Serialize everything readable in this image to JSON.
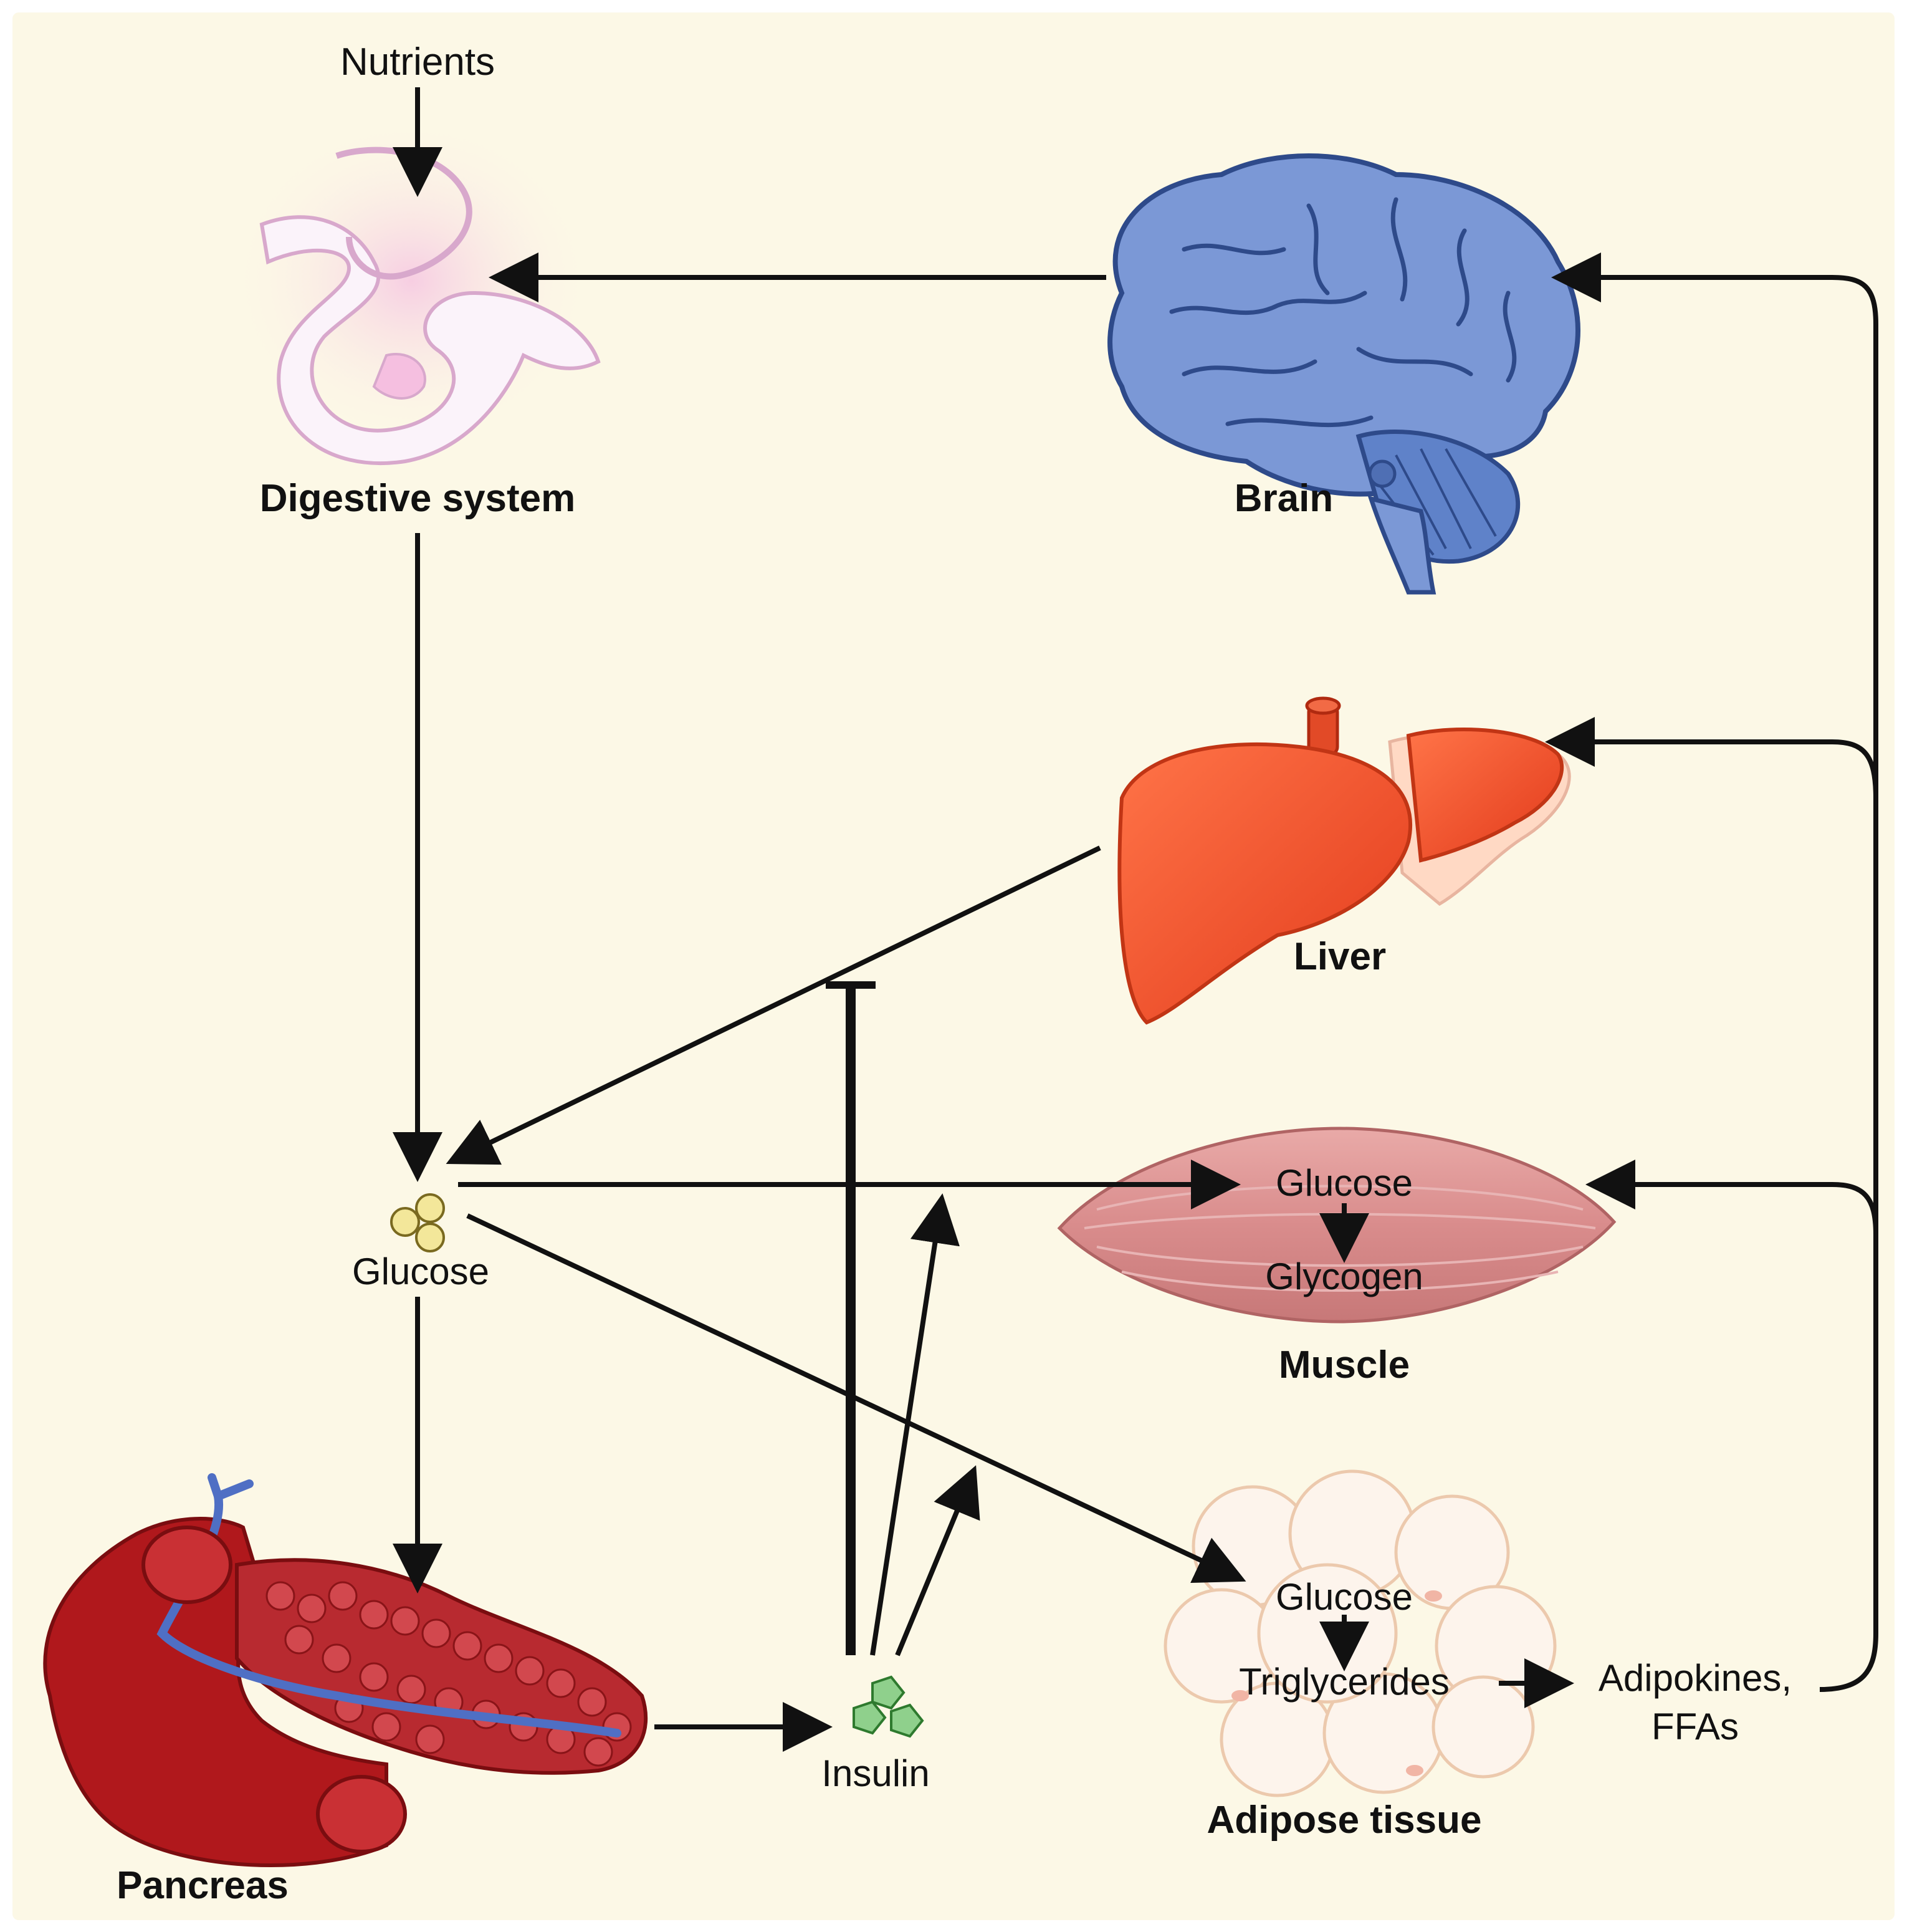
{
  "labels": {
    "nutrients": "Nutrients",
    "digestive_system": "Digestive system",
    "brain": "Brain",
    "liver": "Liver",
    "glucose": "Glucose",
    "muscle_glucose": "Glucose",
    "muscle_glycogen": "Glycogen",
    "muscle": "Muscle",
    "adipose_glucose": "Glucose",
    "adipose_triglycerides": "Triglycerides",
    "adipose_tissue": "Adipose tissue",
    "adipokines": "Adipokines,",
    "ffas": "FFAs",
    "insulin": "Insulin",
    "pancreas": "Pancreas"
  },
  "colors": {
    "background": "#fcf8e6",
    "arrow": "#111111",
    "brain": "#6f8fd0",
    "liver": "#f0522e",
    "muscle": "#d88b8b",
    "pancreas": "#b0181c",
    "adipose": "#f3d6bf",
    "digestive": "#f2d8ec",
    "glucose_molecule": "#f3e79a",
    "insulin_molecule": "#8fd08c"
  }
}
